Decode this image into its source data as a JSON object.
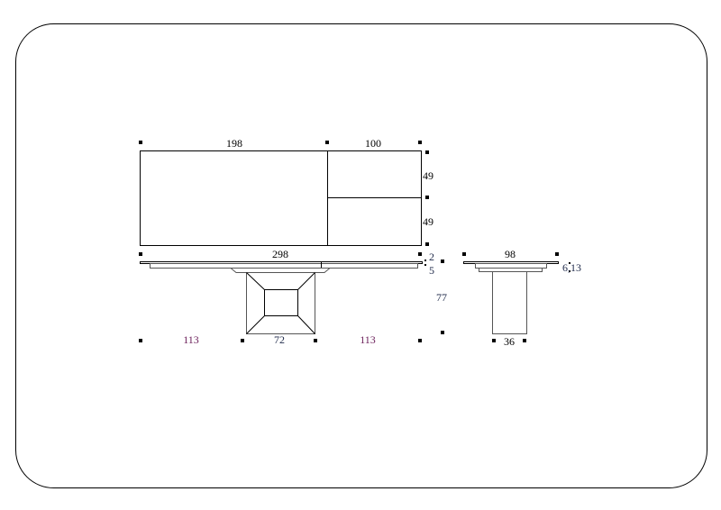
{
  "top_view": {
    "width_main": "198",
    "width_ext": "100",
    "depth_a": "49",
    "depth_b": "49"
  },
  "front_view": {
    "total_width": "298",
    "top_thickness": "2",
    "apron": "5",
    "height": "77",
    "left_overhang": "113",
    "base_width": "72",
    "right_overhang": "113"
  },
  "side_view": {
    "depth": "98",
    "thickness": "6,13",
    "leg_width": "36"
  },
  "colors": {
    "line": "#000000",
    "overhang_text": "#6b1f5a",
    "dim_text": "#1f2a4a"
  }
}
